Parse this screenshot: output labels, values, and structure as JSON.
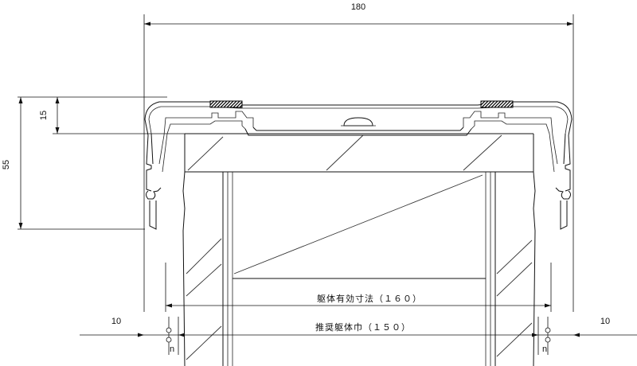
{
  "dimensions": {
    "overall_width": "180",
    "height_55": "55",
    "height_15": "15",
    "left_offset": "10",
    "right_offset": "10",
    "n_left": "n",
    "n_right": "n"
  },
  "labels": {
    "effective_dimension": "躯体有効寸法（１６０）",
    "recommended_width": "推奨躯体巾（１５０）"
  },
  "colors": {
    "line": "#111111",
    "background": "#ffffff"
  }
}
